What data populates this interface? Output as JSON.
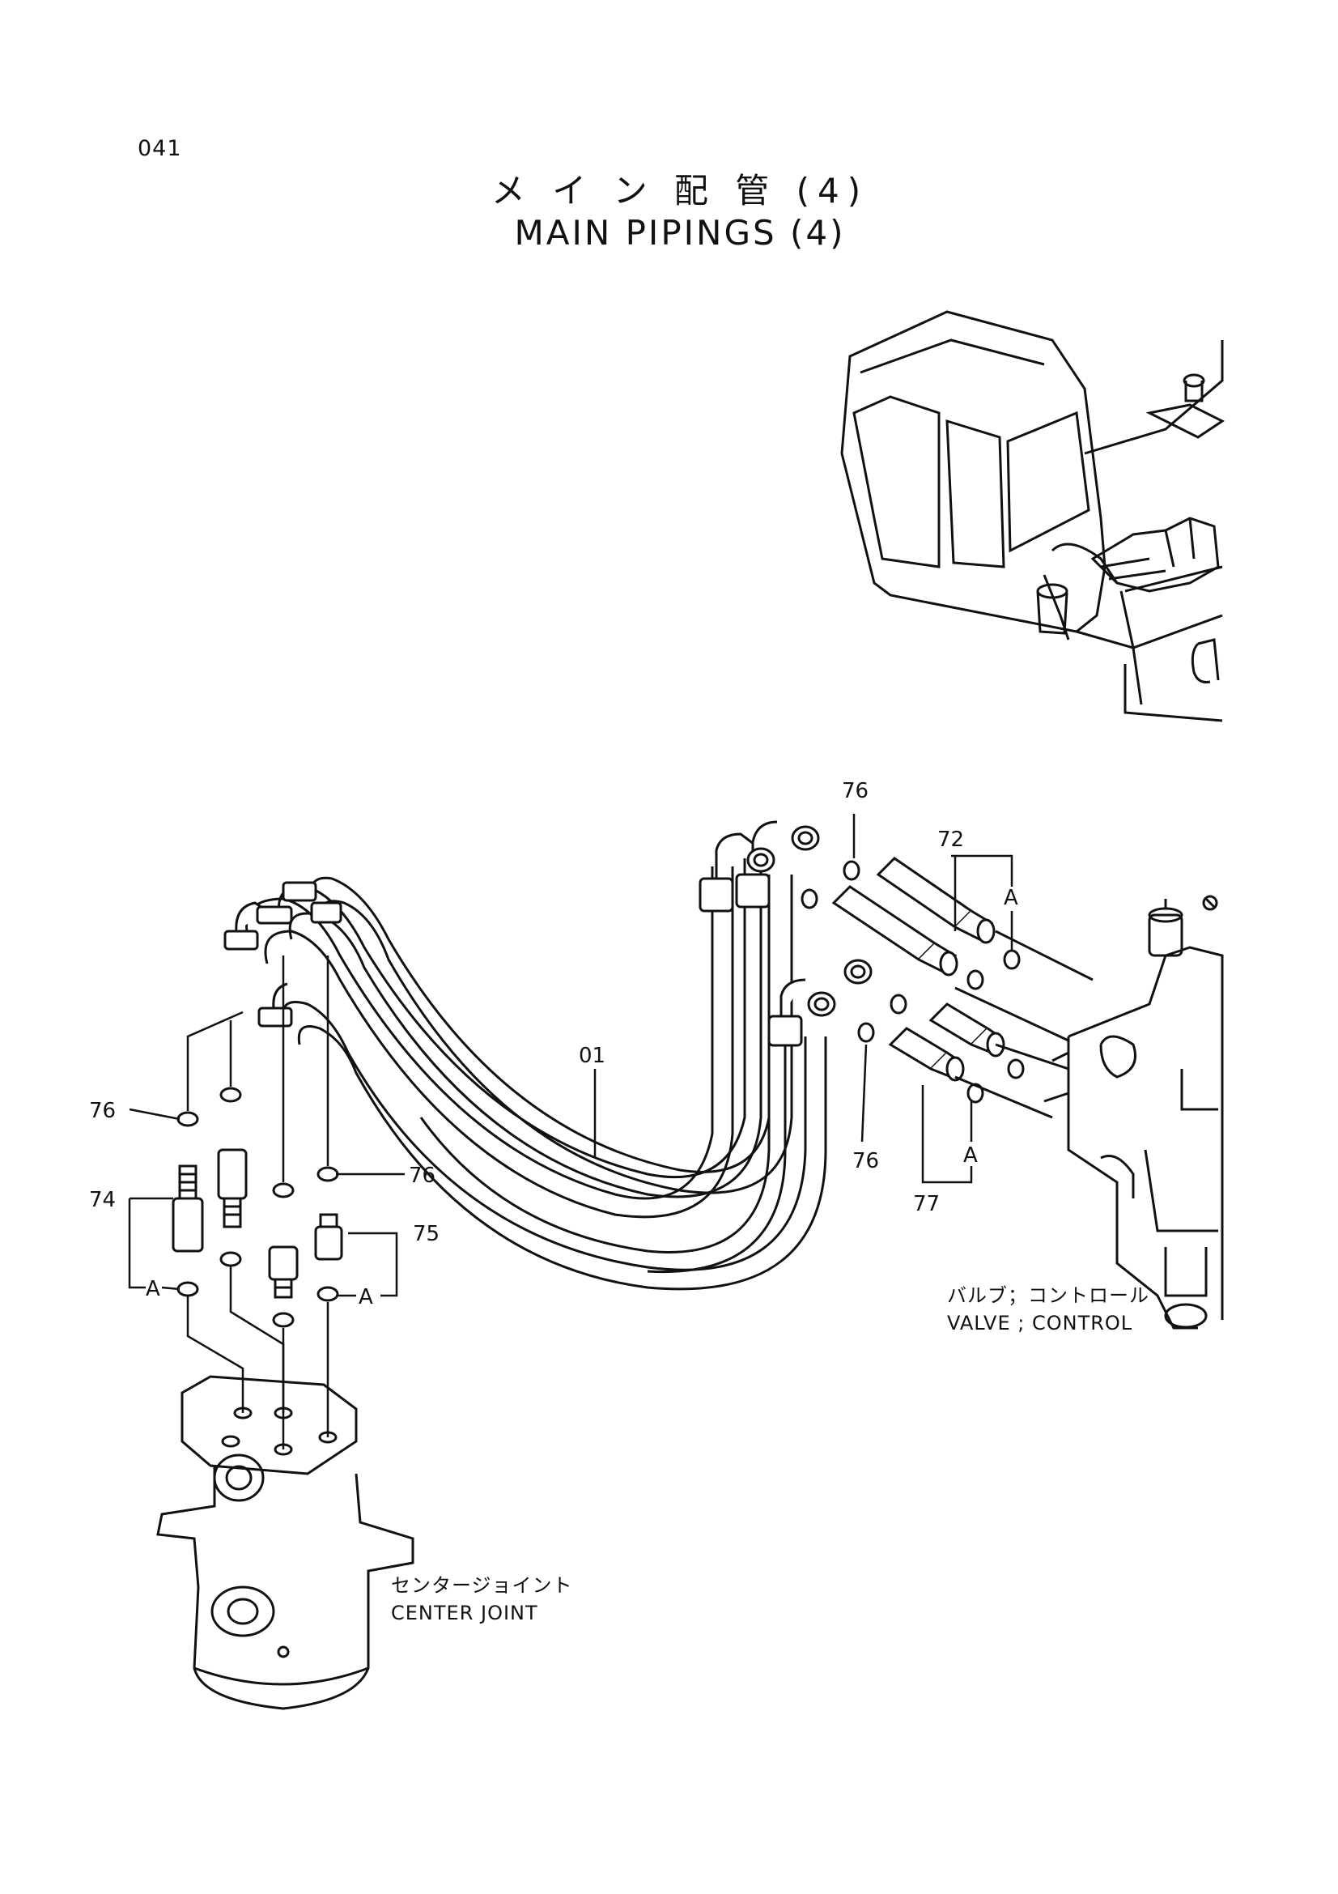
{
  "page": {
    "number": "041"
  },
  "title": {
    "japanese": "メ イ ン 配 管  (4)",
    "english": "MAIN  PIPINGS  (4)"
  },
  "callouts": {
    "c76_top": "76",
    "c72": "72",
    "c_a_top": "A",
    "c01": "01",
    "c76_right": "76",
    "c_a_right": "A",
    "c77": "77",
    "c76_left": "76",
    "c74": "74",
    "c_a_left1": "A",
    "c76_mid": "76",
    "c75": "75",
    "c_a_left2": "A"
  },
  "captions": {
    "valve_jp": "バルブ；コントロール",
    "valve_en": "VALVE ; CONTROL",
    "joint_jp": "センタージョイント",
    "joint_en": "CENTER  JOINT"
  },
  "colors": {
    "ink": "#111111",
    "paper": "#ffffff"
  }
}
